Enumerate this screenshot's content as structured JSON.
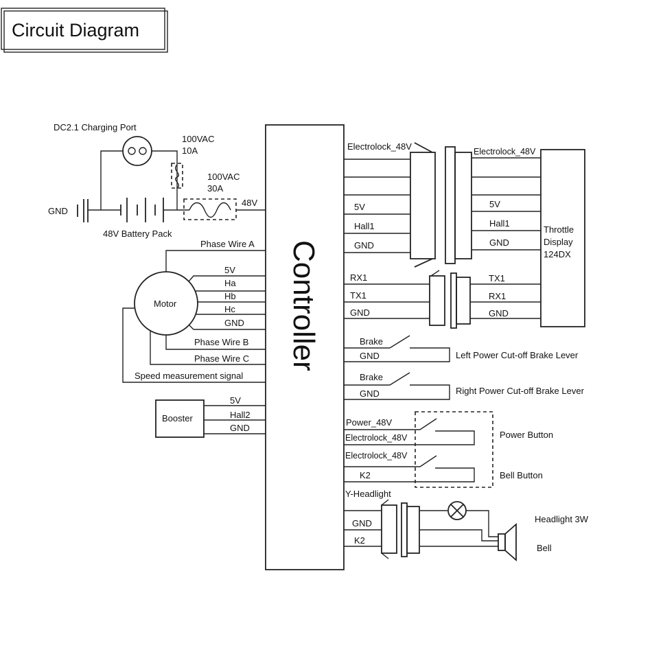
{
  "title": "Circuit Diagram",
  "controller": "Controller",
  "power": {
    "charging_port": "DC2.1  Charging  Port",
    "fuse1_rating": "100VAC",
    "fuse1_current": "10A",
    "fuse2_rating": "100VAC",
    "fuse2_current": "30A",
    "gnd": "GND",
    "battery": "48V  Battery  Pack",
    "voltage": "48V"
  },
  "motor": {
    "name": "Motor",
    "phase_a": "Phase Wire A",
    "v5": "5V",
    "ha": "Ha",
    "hb": "Hb",
    "hc": "Hc",
    "gnd": "GND",
    "phase_b": "Phase Wire B",
    "phase_c": "Phase Wire C",
    "speed": "Speed measurement signal"
  },
  "booster": {
    "name": "Booster",
    "v5": "5V",
    "hall2": "Hall2",
    "gnd": "GND"
  },
  "throttle": {
    "ctrl_electrolock": "Electrolock_48V",
    "ctrl_5v": "5V",
    "ctrl_hall1": "Hall1",
    "ctrl_gnd": "GND",
    "disp_electrolock": "Electrolock_48V",
    "disp_5v": "5V",
    "disp_hall1": "Hall1",
    "disp_gnd": "GND",
    "display_line1": "Throttle",
    "display_line2": "Display",
    "display_line3": "124DX"
  },
  "comm": {
    "ctrl_rx1": "RX1",
    "ctrl_tx1": "TX1",
    "ctrl_gnd": "GND",
    "disp_tx1": "TX1",
    "disp_rx1": "RX1",
    "disp_gnd": "GND"
  },
  "brakes": {
    "left_brake": "Brake",
    "left_gnd": "GND",
    "left_label": "Left Power Cut-off Brake Lever",
    "right_brake": "Brake",
    "right_gnd": "GND",
    "right_label": "Right Power Cut-off Brake Lever"
  },
  "buttons": {
    "power_48v": "Power_48V",
    "electrolock1": "Electrolock_48V",
    "power_button": "Power Button",
    "electrolock2": "Electrolock_48V",
    "k2": "K2",
    "bell_button": "Bell Button"
  },
  "headlight": {
    "y_headlight": "Y-Headlight",
    "gnd": "GND",
    "k2": "K2",
    "headlight_label": "Headlight 3W",
    "bell_label": "Bell"
  }
}
